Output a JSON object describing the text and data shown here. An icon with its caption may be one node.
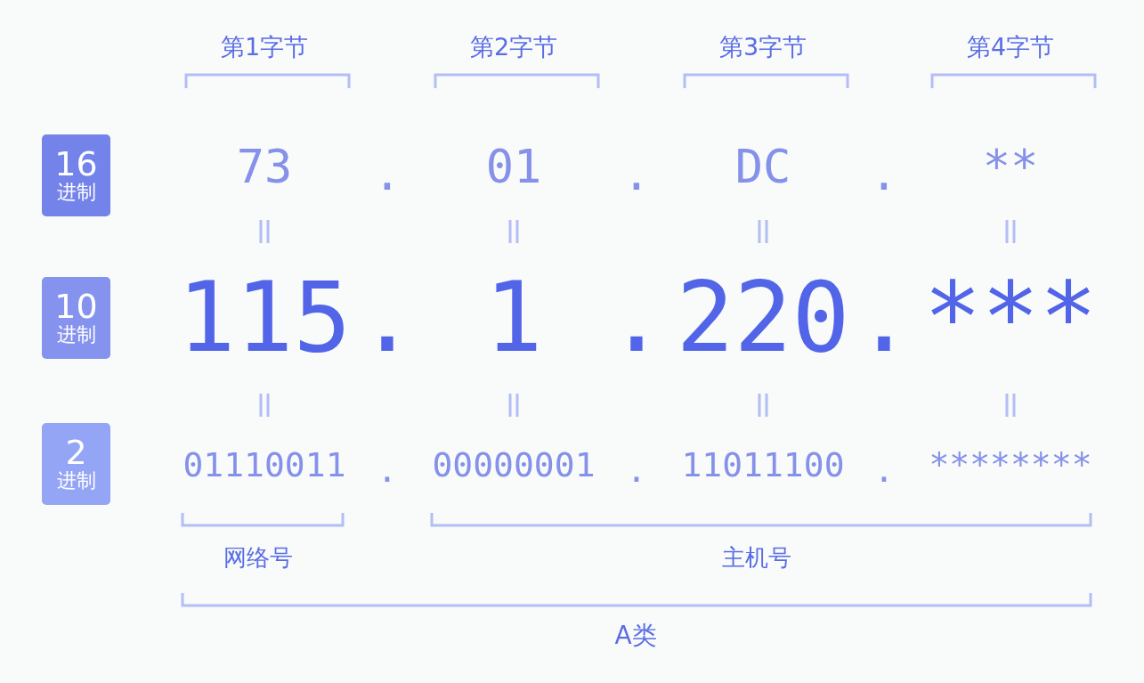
{
  "diagram": {
    "nodes": [
      {
        "text": [
          "16",
          "进制"
        ]
      },
      {
        "text": [
          "10",
          "进制"
        ]
      },
      {
        "text": [
          "2",
          "进制"
        ]
      }
    ],
    "labels": [
      "第1字节",
      "第2字节",
      "第3字节",
      "第4字节",
      "73",
      ".",
      "01",
      ".",
      "DC",
      ".",
      "**",
      "115",
      ".",
      "1",
      ".",
      "220",
      ".",
      "***",
      "01110011",
      ".",
      "00000001",
      ".",
      "11011100",
      ".",
      "********",
      "网络号",
      "主机号",
      "A类"
    ]
  }
}
